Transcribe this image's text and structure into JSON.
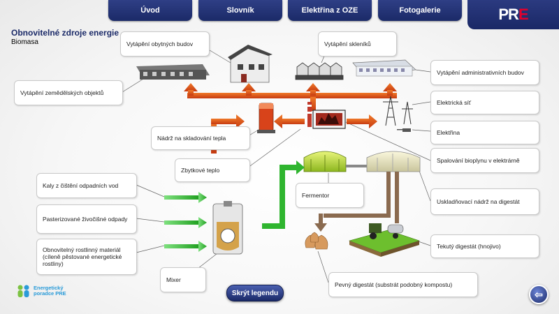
{
  "nav": {
    "items": [
      {
        "label": "Úvod"
      },
      {
        "label": "Slovník"
      },
      {
        "label": "Elektřina z OZE"
      },
      {
        "label": "Fotogalerie"
      }
    ],
    "logo_text": "PR",
    "logo_accent": "E"
  },
  "page": {
    "title": "Obnovitelné zdroje energie",
    "subtitle": "Biomasa"
  },
  "labels": {
    "obytne": "Vytápění obytných budov",
    "skleniky": "Vytápění skleníků",
    "admin": "Vytápění administrativních budov",
    "zemedelske": "Vytápění zemědělských objektů",
    "sit": "Elektrická síť",
    "nadrz": "Nádrž na skladování tepla",
    "elektrina": "Elektřina",
    "zbytkove": "Zbytkové teplo",
    "spalovani": "Spalování bioplynu v elektrárně",
    "kaly": "Kaly z čištění odpadních vod",
    "fermentor": "Fermentor",
    "uskladnovaci": "Uskladňovací nádrž na digestát",
    "pasterizovane": "Pasterizované živočišné odpady",
    "rostlinny": "Obnovitelný rostlinný materiál (cíleně pěstované energetické rostliny)",
    "tekuty": "Tekutý digestát (hnojivo)",
    "mixer": "Mixer",
    "pevny": "Pevný digestát (substrát podobný kompostu)"
  },
  "buttons": {
    "legend": "Skrýt legendu",
    "back_glyph": "⇦"
  },
  "advisor": {
    "line1": "Energetický",
    "line2": "poradce PRE"
  },
  "colors": {
    "nav": "#1b2a68",
    "heat_arrow": "#e05a1a",
    "green_arrow": "#2fb52f",
    "digestate": "#8a6a4f",
    "logo_accent": "#e3002b",
    "advisor": "#2a9bd8"
  }
}
